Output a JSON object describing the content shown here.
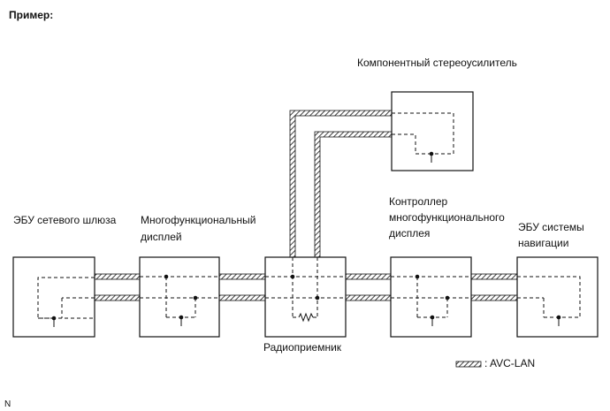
{
  "page": {
    "title": "Пример:",
    "footer_mark": "N"
  },
  "components": {
    "gateway": {
      "label_1": "ЭБУ сетевого шлюза"
    },
    "display": {
      "label_1": "Многофункциональный",
      "label_2": "дисплей"
    },
    "radio": {
      "label_1": "Радиоприемник"
    },
    "controller": {
      "label_1": "Контроллер",
      "label_2": "многофункционального",
      "label_3": "дисплея"
    },
    "navigation": {
      "label_1": "ЭБУ системы",
      "label_2": "навигации"
    },
    "amplifier": {
      "label_1": "Компонентный стереоусилитель"
    }
  },
  "legend": {
    "bus_label": ": AVC-LAN"
  }
}
